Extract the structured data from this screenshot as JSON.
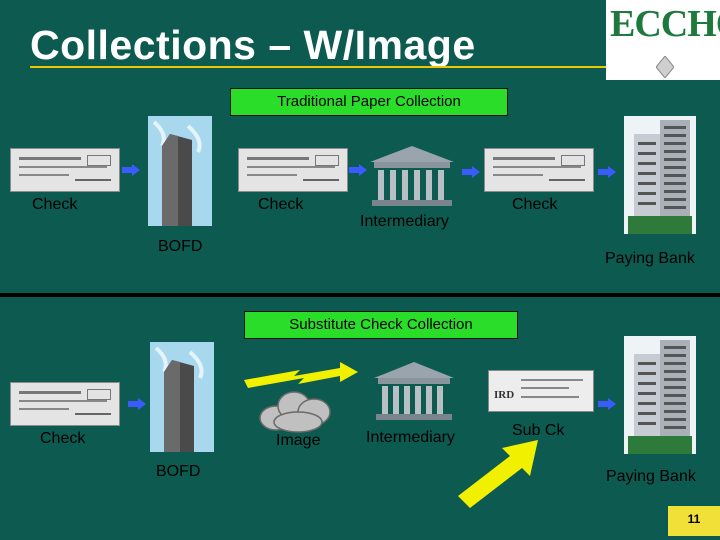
{
  "slide": {
    "title": "Collections – W/Image",
    "logo_text": "ECCHO",
    "page_number": "11"
  },
  "traditional": {
    "header": "Traditional Paper Collection",
    "labels": {
      "check_1": "Check",
      "check_2": "Check",
      "check_3": "Check",
      "bofd": "BOFD",
      "intermediary": "Intermediary",
      "paying_bank": "Paying Bank"
    }
  },
  "substitute": {
    "header": "Substitute Check Collection",
    "labels": {
      "check": "Check",
      "image": "Image",
      "intermediary": "Intermediary",
      "sub_ck": "Sub Ck",
      "bofd": "BOFD",
      "paying_bank": "Paying Bank"
    },
    "ird_tag": "IRD"
  },
  "colors": {
    "background": "#0c5a50",
    "label_box": "#29dd29",
    "arrow_yellow": "#f0f000",
    "arrow_blue": "#3a5cff"
  },
  "icons": [
    "check-image",
    "bank-tower-icon",
    "arrow-right-icon",
    "bank-building-icon",
    "office-tower-icon",
    "cloud-icon",
    "lightning-bolt-icon"
  ]
}
